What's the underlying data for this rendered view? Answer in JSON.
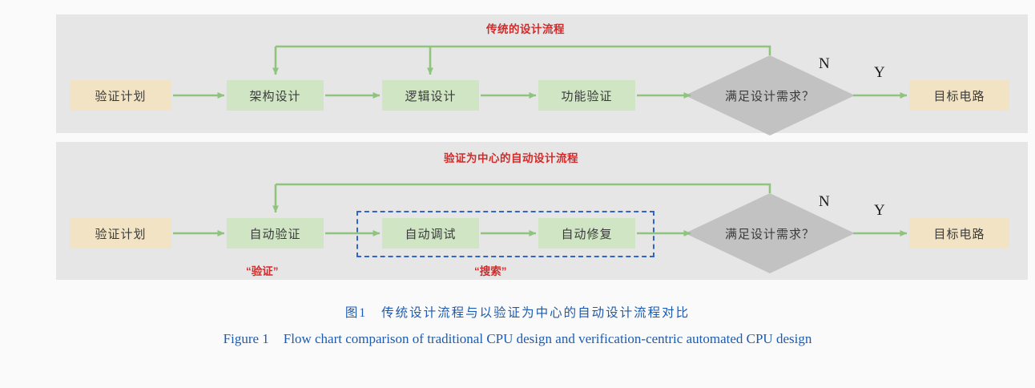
{
  "figure": {
    "caption_cn_label": "图1",
    "caption_cn_text": "传统设计流程与以验证为中心的自动设计流程对比",
    "caption_en_label": "Figure 1",
    "caption_en_text": "Flow chart comparison of traditional CPU design and verification-centric automated CPU design",
    "caption_color": "#1d5bb0"
  },
  "colors": {
    "panel_bg": "#e6e6e6",
    "page_bg": "#fafafa",
    "terminal_fill": "#f2e3c4",
    "process_fill": "#cfe5c4",
    "decision_fill": "#c2c2c2",
    "arrow_green": "#90c47e",
    "title_red": "#d12b2b",
    "dashed_blue": "#3465c4"
  },
  "panels": [
    {
      "id": "traditional-flow",
      "title": "传统的设计流程",
      "nodes": [
        {
          "name": "verification-plan",
          "label": "验证计划",
          "type": "terminal"
        },
        {
          "name": "architecture-design",
          "label": "架构设计",
          "type": "process"
        },
        {
          "name": "logic-design",
          "label": "逻辑设计",
          "type": "process"
        },
        {
          "name": "function-verification",
          "label": "功能验证",
          "type": "process"
        },
        {
          "name": "decision",
          "label": "满足设计需求？",
          "type": "decision"
        },
        {
          "name": "target-circuit",
          "label": "目标电路",
          "type": "terminal"
        }
      ],
      "branch_no": "N",
      "branch_yes": "Y"
    },
    {
      "id": "automated-flow",
      "title": "验证为中心的自动设计流程",
      "nodes": [
        {
          "name": "verification-plan",
          "label": "验证计划",
          "type": "terminal"
        },
        {
          "name": "auto-verification",
          "label": "自动验证",
          "type": "process"
        },
        {
          "name": "auto-debug",
          "label": "自动调试",
          "type": "process"
        },
        {
          "name": "auto-repair",
          "label": "自动修复",
          "type": "process"
        },
        {
          "name": "decision",
          "label": "满足设计需求？",
          "type": "decision"
        },
        {
          "name": "target-circuit",
          "label": "目标电路",
          "type": "terminal"
        }
      ],
      "branch_no": "N",
      "branch_yes": "Y",
      "sub_labels": [
        {
          "name": "verify-group-label",
          "label": "“验证”"
        },
        {
          "name": "search-group-label",
          "label": "“搜索”"
        }
      ]
    }
  ]
}
